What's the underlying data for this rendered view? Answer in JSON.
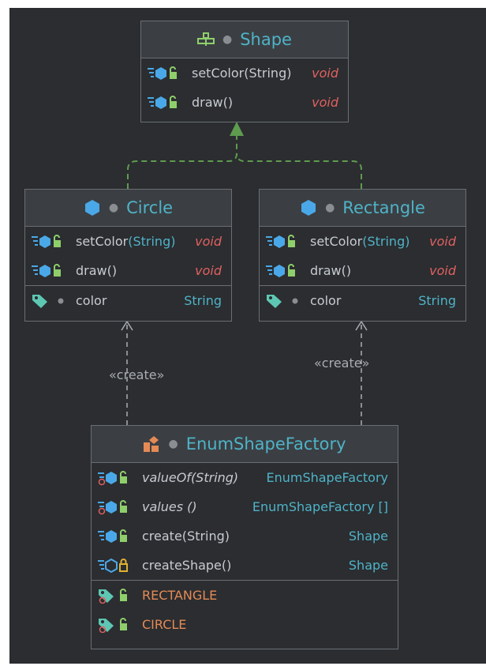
{
  "shape": {
    "title": "Shape",
    "methods": [
      {
        "name": "setColor",
        "params": "(String)",
        "type": "void"
      },
      {
        "name": "draw",
        "params": "()",
        "type": "void"
      }
    ]
  },
  "circle": {
    "title": "Circle",
    "methods": [
      {
        "name": "setColor",
        "params": "(String)",
        "type": "void"
      },
      {
        "name": "draw",
        "params": "()",
        "type": "void"
      }
    ],
    "field": {
      "name": "color",
      "type": "String"
    }
  },
  "rectangle": {
    "title": "Rectangle",
    "methods": [
      {
        "name": "setColor",
        "params": "(String)",
        "type": "void"
      },
      {
        "name": "draw",
        "params": "()",
        "type": "void"
      }
    ],
    "field": {
      "name": "color",
      "type": "String"
    }
  },
  "factory": {
    "title": "EnumShapeFactory",
    "methods": [
      {
        "name": "valueOf",
        "params": "(String)",
        "type": "EnumShapeFactory"
      },
      {
        "name": "values",
        "params": " ()",
        "type": "EnumShapeFactory []"
      },
      {
        "name": "create",
        "params": "(String)",
        "type": "Shape"
      },
      {
        "name": "createShape",
        "params": "()",
        "type": "Shape"
      }
    ],
    "constants": [
      "RECTANGLE",
      "CIRCLE"
    ]
  },
  "relations": {
    "create_left": "«create»",
    "create_right": "«create»"
  },
  "colors": {
    "background": "#2b2d30",
    "header": "#3b3f43",
    "border": "#6a6e73",
    "realization": "#5e9b4f",
    "dependency": "#a9adb3",
    "title_text": "#4fb3c8",
    "void_text": "#e06060",
    "enum_text": "#e58a55"
  }
}
